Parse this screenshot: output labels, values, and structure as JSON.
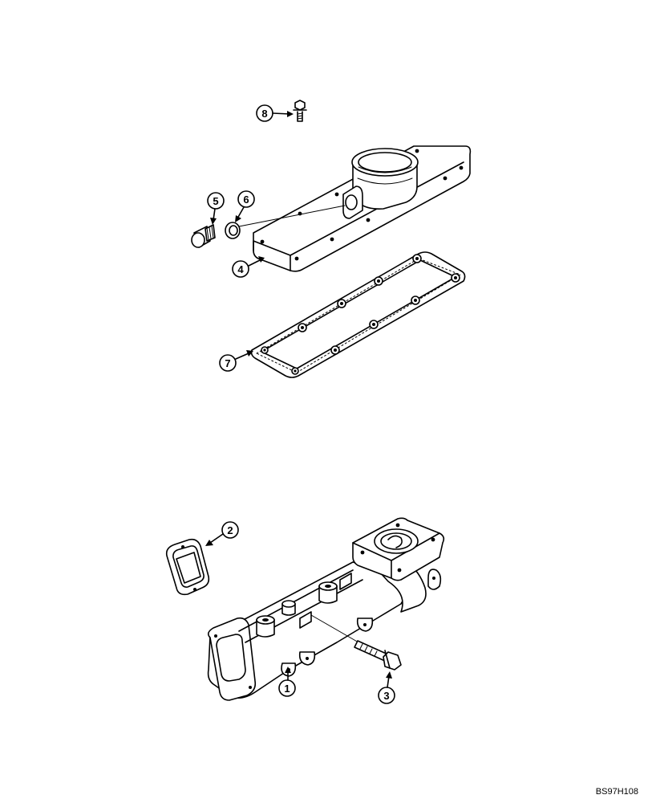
{
  "callouts": [
    {
      "id": "1",
      "label": "1"
    },
    {
      "id": "2",
      "label": "2"
    },
    {
      "id": "3",
      "label": "3"
    },
    {
      "id": "4",
      "label": "4"
    },
    {
      "id": "5",
      "label": "5"
    },
    {
      "id": "6",
      "label": "6"
    },
    {
      "id": "7",
      "label": "7"
    },
    {
      "id": "8",
      "label": "8"
    }
  ],
  "footer": {
    "code": "BS97H108"
  }
}
